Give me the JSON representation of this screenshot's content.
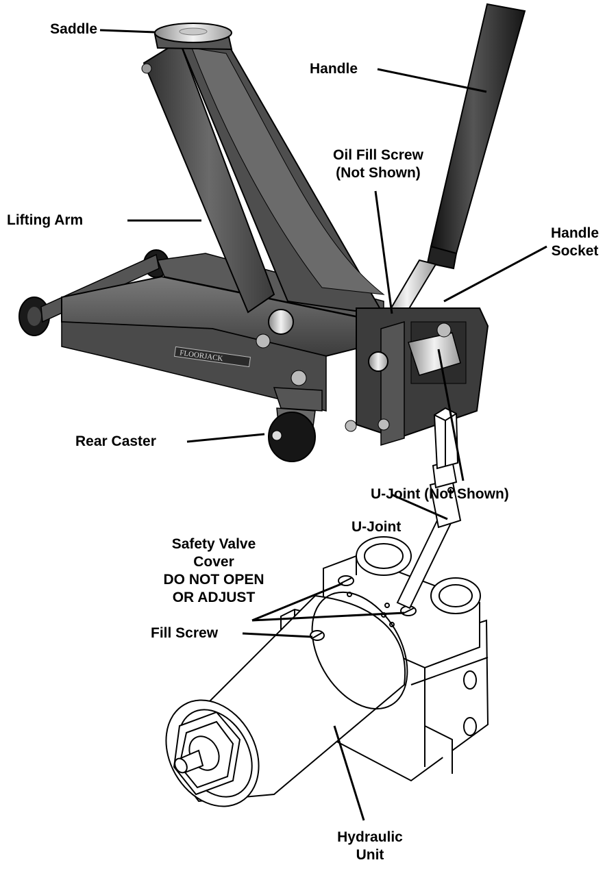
{
  "figure": {
    "labels": {
      "saddle": "Saddle",
      "handle": "Handle",
      "oil_fill_screw": [
        "Oil Fill Screw",
        "(Not Shown)"
      ],
      "lifting_arm": "Lifting Arm",
      "handle_socket": [
        "Handle",
        "Socket"
      ],
      "rear_caster": "Rear Caster",
      "u_joint_not_shown": "U-Joint (Not Shown)",
      "u_joint": "U-Joint",
      "safety_valve_cover": [
        "Safety Valve",
        "Cover",
        "DO NOT OPEN",
        "OR ADJUST"
      ],
      "fill_screw": "Fill Screw",
      "hydraulic_unit": [
        "Hydraulic",
        "Unit"
      ]
    },
    "brand_plate": "FLOORJACK",
    "colors": {
      "ink": "#000000",
      "metal_dark": "#3a3a3a",
      "metal_mid": "#6e6e6e",
      "rubber": "#1c1c1c",
      "chrome": "#d8d8d8"
    }
  }
}
